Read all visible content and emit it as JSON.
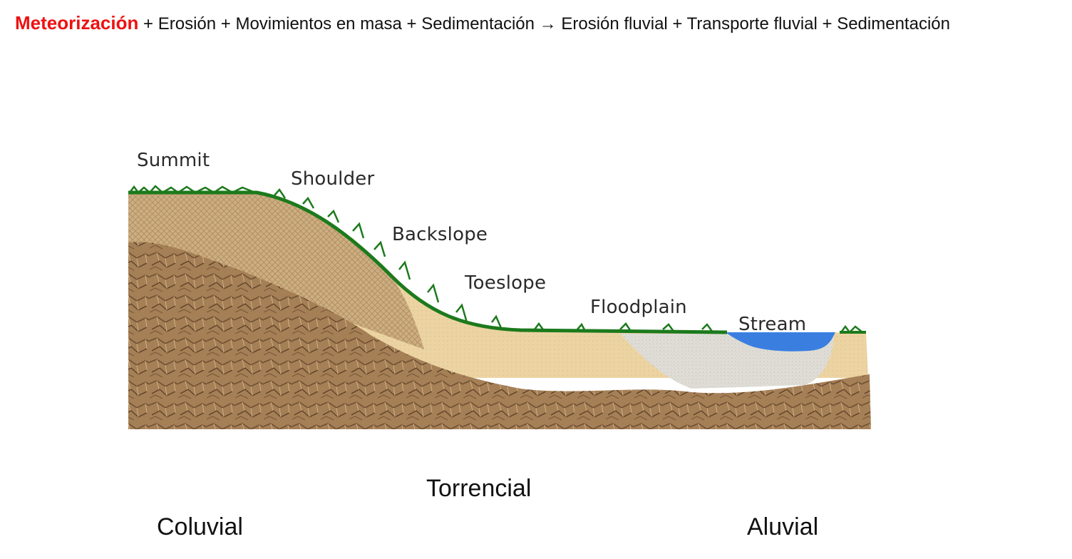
{
  "header": {
    "highlight": "Meteorización",
    "part1": " + Erosión + Movimientos en masa + Sedimentación ",
    "arrow": "→",
    "part2": " Erosión fluvial + Transporte fluvial + Sedimentación",
    "highlight_color": "#ee1111"
  },
  "diagram": {
    "labels": {
      "summit": "Summit",
      "shoulder": "Shoulder",
      "backslope": "Backslope",
      "toeslope": "Toeslope",
      "floodplain": "Floodplain",
      "stream": "Stream"
    },
    "colors": {
      "grass": "#1c7a1c",
      "bedrock": "#a07a52",
      "colluvium": "#c9ab7d",
      "alluvium": "#ecd3a1",
      "stream_sediment": "#dddbd4",
      "water": "#3a7fe0"
    }
  },
  "bottom": {
    "torrencial": "Torrencial",
    "coluvial": "Coluvial",
    "aluvial": "Aluvial"
  }
}
